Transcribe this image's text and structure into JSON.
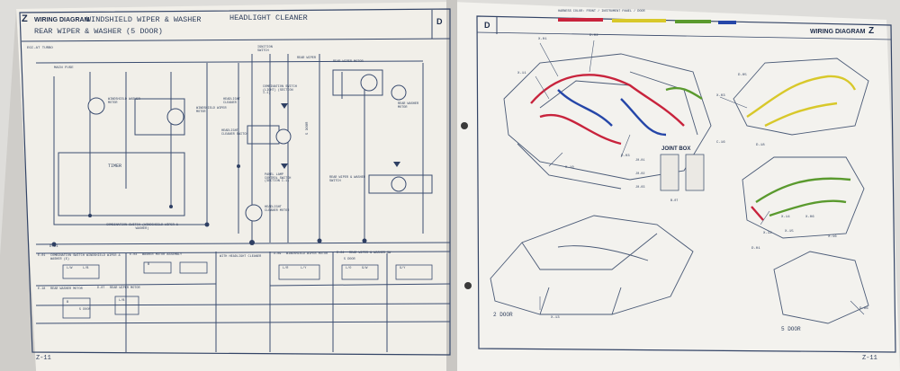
{
  "left_page": {
    "section_letter": "Z",
    "header_title": "WIRING DIAGRAM",
    "header_line1": "WINDSHIELD WIPER & WASHER",
    "header_line1b": "HEADLIGHT CLEANER",
    "header_line2": "REAR WIPER & WASHER (5 DOOR)",
    "corner_tab": "D",
    "page_number": "Z-11",
    "turbo_label": "EGI-AT TURBO",
    "main_fuse_label": "MAIN FUSE",
    "windshield_washer_motor": "WINDSHIELD WASHER MOTOR",
    "windshield_wiper_motor": "WINDSHIELD WIPER MOTOR",
    "timer_label": "TIMER",
    "combination_switch_label": "COMBINATION SWITCH (WINDSHIELD WIPER & WASHER)",
    "ignition_switch_label": "IGNITION SWITCH",
    "rear_wiper_label": "REAR WIPER",
    "combination_switch_light": "COMBINATION SWITCH (LIGHT) (SECTION I-1)",
    "rear_washer_motor": "REAR WASHER MOTOR",
    "rear_wiper_motor": "REAR WIPER MOTOR",
    "headlight_cleaner": "HEADLIGHT CLEANER",
    "headlight_cleaner_switch": "HEADLIGHT CLEANER SWITCH",
    "panel_lamp_control": "PANEL LAMP CONTROL SWITCH (SECTION I-1)",
    "headlight_cleaner_motor": "HEADLIGHT CLEANER MOTOR",
    "five_door": "5 DOOR",
    "rear_wiper_washer_switch": "REAR WIPER & WASHER SWITCH",
    "ground_label": "D-01",
    "connectors": [
      {
        "ref": "E-01",
        "name": "COMBINATION SWITCH WINDSHIELD WIPER & WASHER (E)"
      },
      {
        "ref": "E-03",
        "name": "WASHER MOTOR ASSEMBLY"
      },
      {
        "ref": "",
        "name": "WITH HEADLIGHT CLEANER"
      },
      {
        "ref": "X-09",
        "name": "WINDSHIELD WIPER MOTOR"
      },
      {
        "ref": "D-04",
        "name": "REAR WIPER & WASHER SW"
      },
      {
        "ref": "E-18",
        "name": "REAR WASHER MOTOR"
      },
      {
        "ref": "D-07",
        "name": "REAR WIPER MOTOR"
      }
    ],
    "bottom_five_door": [
      "5 DOOR",
      "5 DOOR"
    ],
    "pin_codes": [
      "L/W",
      "L/B",
      "B",
      "L/R",
      "L/Y",
      "L/O",
      "G/W",
      "G/Y",
      "B",
      "L/B"
    ]
  },
  "right_page": {
    "section_letter": "Z",
    "header_title": "WIRING DIAGRAM",
    "corner_tab": "D",
    "page_number": "Z-11",
    "harness_color_legend": "HARNESS COLOR: FRONT / INSTRUMENT PANEL / DOOR",
    "joint_box": "JOINT BOX",
    "two_door": "2 DOOR",
    "five_door": "5 DOOR",
    "connector_refs": [
      "X-01",
      "D-02",
      "X-11",
      "D-03",
      "X-10",
      "J0-01",
      "J0-02",
      "J0-03",
      "B-07",
      "X-13",
      "D-05",
      "X-03",
      "D-18",
      "X-14",
      "X-06",
      "X-12",
      "X-15",
      "D-01",
      "D-06",
      "C-16",
      "X-16"
    ],
    "colors": {
      "front": "#c8233c",
      "instrument": "#2546a8",
      "door": "#d8c82a",
      "rear": "#5a9a2e"
    }
  }
}
